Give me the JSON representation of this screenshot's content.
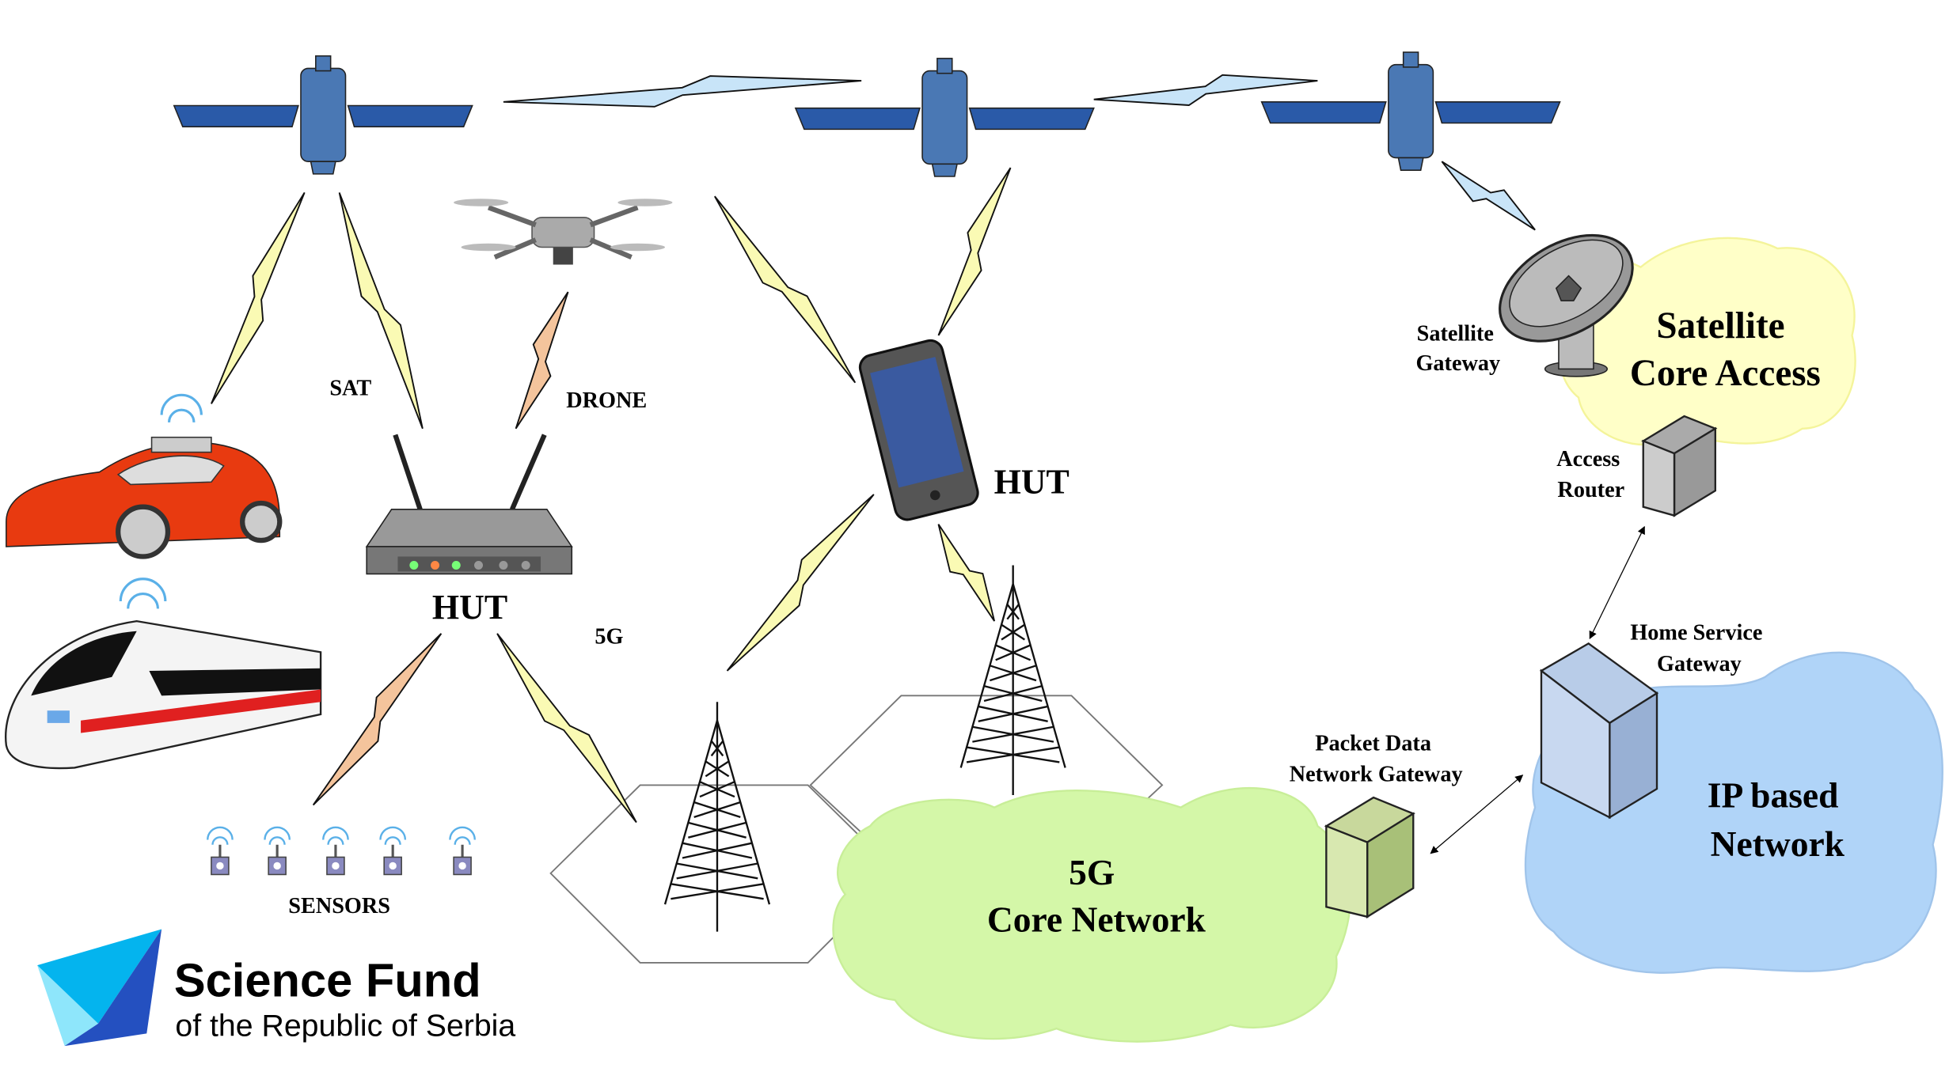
{
  "labels": {
    "sat": "SAT",
    "drone": "DRONE",
    "hut_router": "HUT",
    "hut_phone": "HUT",
    "fiveg": "5G",
    "sensors": "SENSORS",
    "satellite_gateway": [
      "Satellite",
      "Gateway"
    ],
    "satellite_core_access": [
      "Satellite",
      "Core Access"
    ],
    "access_router": [
      "Access",
      "Router"
    ],
    "home_service_gateway": [
      "Home Service",
      "Gateway"
    ],
    "packet_data_gateway": [
      "Packet Data",
      "Network Gateway"
    ],
    "core_network": [
      "5G",
      "Core Network"
    ],
    "ip_network": [
      "IP based",
      "Network"
    ]
  },
  "logo": {
    "title": "Science Fund",
    "subtitle": "of the Republic of Serbia"
  },
  "colors": {
    "satellite_body": "#4a78b4",
    "satellite_panel": "#2a5aa8",
    "core_cloud": "#d4f7a8",
    "satellite_cloud": "#ffffc8",
    "ip_cloud": "#b0d4f8",
    "bolt_yellow": "#fafab4",
    "bolt_orange": "#f4c49c",
    "bolt_blue": "#c8e4f8",
    "car": "#e83a10",
    "train_stripe": "#e02020"
  }
}
